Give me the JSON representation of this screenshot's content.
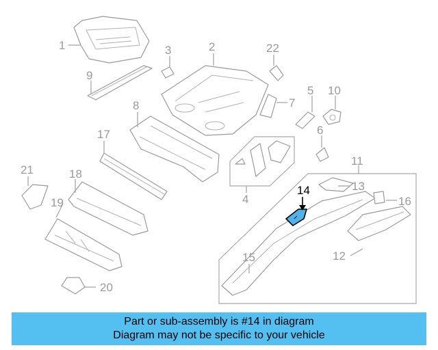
{
  "diagram": {
    "highlight_color": "#4fb3ea",
    "callouts": {
      "c1": "1",
      "c2": "2",
      "c3": "3",
      "c4": "4",
      "c5": "5",
      "c6": "6",
      "c7": "7",
      "c8": "8",
      "c9": "9",
      "c10": "10",
      "c11": "11",
      "c12": "12",
      "c13": "13",
      "c14": "14",
      "c15": "15",
      "c16": "16",
      "c17": "17",
      "c18": "18",
      "c19": "19",
      "c20": "20",
      "c21": "21",
      "c22": "22"
    }
  },
  "banner": {
    "line1": "Part or sub-assembly is #14 in diagram",
    "line2": "Diagram may not be specific to your vehicle",
    "background": "#54bff1"
  }
}
